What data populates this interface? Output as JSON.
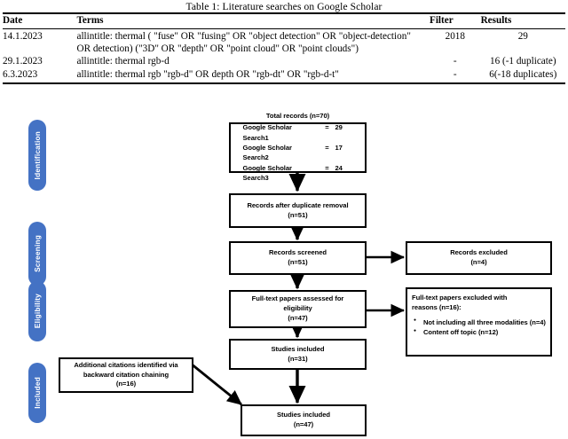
{
  "table": {
    "caption": "Table 1: Literature searches on Google Scholar",
    "headers": [
      "Date",
      "Terms",
      "Filter",
      "Results"
    ],
    "rows": [
      {
        "date": "14.1.2023",
        "terms": "allintitle: thermal ( \"fuse\" OR \"fusing\" OR \"object detection\" OR \"object-detection\" OR detection) (\"3D\" OR \"depth\" OR \"point cloud\" OR \"point clouds\")",
        "filter": "2018",
        "results": "29"
      },
      {
        "date": "29.1.2023",
        "terms": "allintitle: thermal rgb-d",
        "filter": "-",
        "results": "16 (-1 duplicate)"
      },
      {
        "date": "6.3.2023",
        "terms": "allintitle: thermal rgb \"rgb-d\" OR depth OR \"rgb-dt\" OR \"rgb-d-t\"",
        "filter": "-",
        "results": "6(-18 duplicates)"
      }
    ]
  },
  "flowchart": {
    "accent_color": "#4472C4",
    "phases": [
      {
        "label": "Identification"
      },
      {
        "label": "Screening"
      },
      {
        "label": "Eligibility"
      },
      {
        "label": "Included"
      }
    ],
    "total_records": {
      "title": "Total records (n=70)",
      "searches": [
        {
          "label": "Google Scholar Search1",
          "eq": "=",
          "value": "29"
        },
        {
          "label": "Google Scholar Search2",
          "eq": "=",
          "value": "17"
        },
        {
          "label": "Google Scholar Search3",
          "eq": "=",
          "value": "24"
        }
      ]
    },
    "after_duplicates": {
      "line1": "Records after duplicate removal",
      "line2": "(n=51)"
    },
    "records_screened": {
      "line1": "Records screened",
      "line2": "(n=51)"
    },
    "records_excluded": {
      "line1": "Records excluded",
      "line2": "(n=4)"
    },
    "fulltext_assessed": {
      "line1": "Full-text papers assessed for",
      "line2": "eligibility",
      "line3": "(n=47)"
    },
    "fulltext_excluded": {
      "title_line1": "Full-text papers excluded with",
      "title_line2": "reasons (n=16):",
      "items": [
        "Not including all three modalities (n=4)",
        "Content off topic (n=12)"
      ]
    },
    "studies_included_31": {
      "line1": "Studies included",
      "line2": "(n=31)"
    },
    "additional_citations": {
      "line1": "Additional citations identified via",
      "line2": "backward citation chaining",
      "line3": "(n=16)"
    },
    "studies_included_47": {
      "line1": "Studies included",
      "line2": "(n=47)"
    }
  }
}
